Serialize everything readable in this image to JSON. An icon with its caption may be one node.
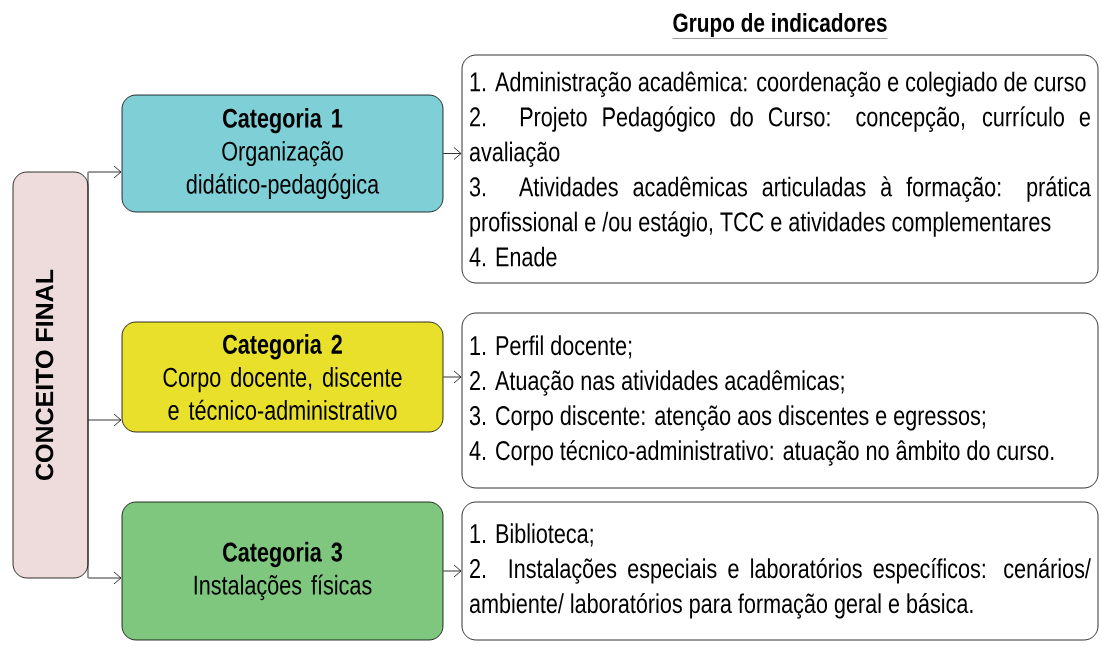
{
  "diagram": {
    "title": "Grupo de indicadores",
    "nodes": [
      {
        "text": [
          "CONCEITO FINAL"
        ]
      },
      {
        "text": [
          "Categoria 1",
          "Organização didático-pedagógica"
        ]
      },
      {
        "text": [
          "1. Administração acadêmica: coordenação e colegiado de curso",
          "2. Projeto Pedagógico do Curso: concepção, currículo e avaliação",
          "3. Atividades acadêmicas articuladas à formação: prática profissional e /ou estágio, TCC e atividades complementares",
          "4. Enade"
        ]
      },
      {
        "text": [
          "Categoria 2",
          "Corpo docente, discente e técnico-administrativo"
        ]
      },
      {
        "text": [
          "1. Perfil docente;",
          "2. Atuação nas atividades acadêmicas;",
          "3. Corpo discente: atenção aos discentes e egressos;",
          "4. Corpo técnico-administrativo: atuação no âmbito do curso."
        ]
      },
      {
        "text": [
          "Categoria 3",
          "Instalações físicas"
        ]
      },
      {
        "text": [
          "1. Biblioteca;",
          "2. Instalações especiais e laboratórios específicos: cenários/ ambiente/ laboratórios para formação geral e básica."
        ]
      }
    ],
    "edges": [
      {
        "from": 0,
        "to": 1,
        "arrow": "to"
      },
      {
        "from": 0,
        "to": 3,
        "arrow": "to"
      },
      {
        "from": 0,
        "to": 5,
        "arrow": "to"
      },
      {
        "from": 1,
        "to": 2,
        "arrow": "to"
      },
      {
        "from": 3,
        "to": 4,
        "arrow": "to"
      },
      {
        "from": 5,
        "to": 6,
        "arrow": "to"
      }
    ]
  }
}
